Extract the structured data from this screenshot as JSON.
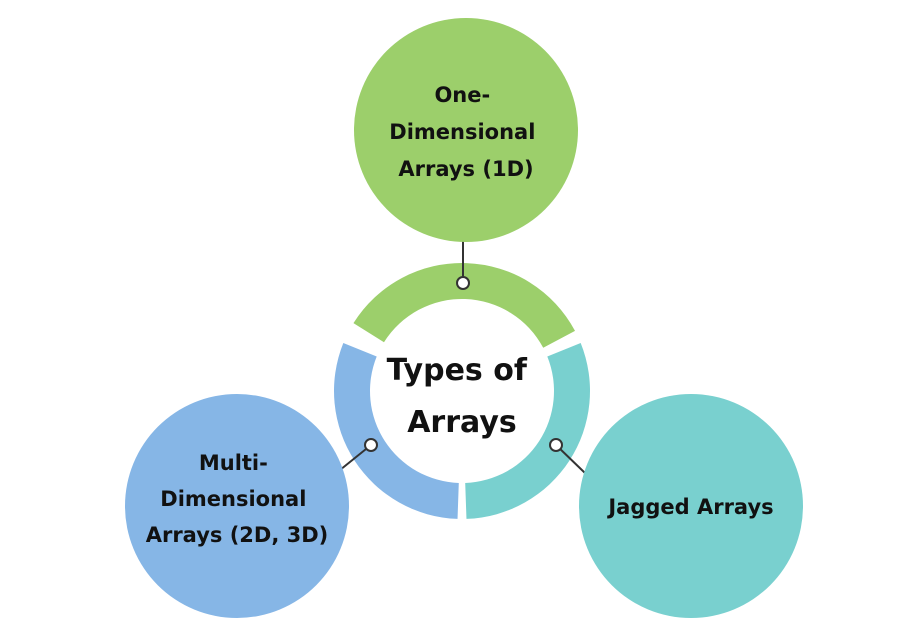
{
  "center": {
    "lines": [
      "Types of",
      "Arrays"
    ]
  },
  "nodes": [
    {
      "id": "one-dimensional",
      "lines": [
        "One-",
        "Dimensional",
        "Arrays (1D)"
      ],
      "color": "#9ccf6b"
    },
    {
      "id": "multi-dimensional",
      "lines": [
        "Multi-",
        "Dimensional",
        "Arrays (2D, 3D)"
      ],
      "color": "#86b6e6"
    },
    {
      "id": "jagged",
      "lines": [
        "Jagged Arrays"
      ],
      "color": "#79d0cf"
    }
  ],
  "colors": {
    "connector": "#333333",
    "dot_fill": "#ffffff"
  }
}
